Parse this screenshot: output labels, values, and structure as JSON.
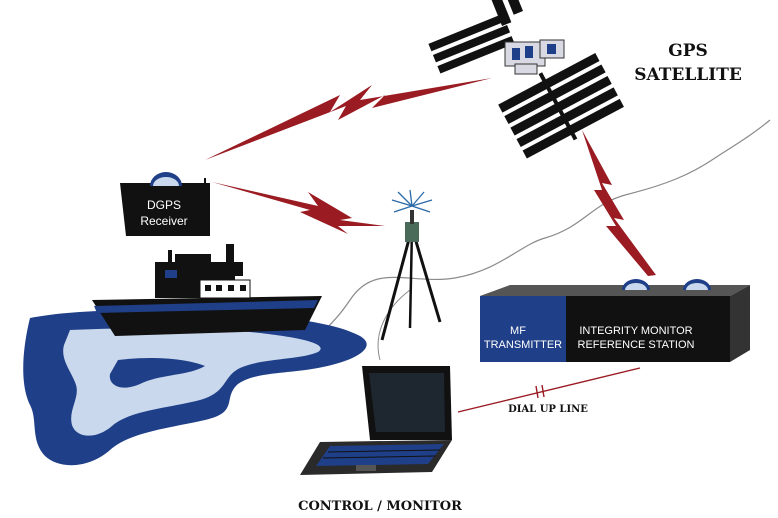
{
  "labels": {
    "gps_line1": "GPS",
    "gps_line2": "SATELLITE",
    "receiver_line1": "DGPS",
    "receiver_line2": "Receiver",
    "mf_line1": "MF",
    "mf_line2": "TRANSMITTER",
    "integrity_line1": "INTEGRITY MONITOR",
    "integrity_line2": "REFERENCE STATION",
    "dial_up": "DIAL UP LINE",
    "control": "CONTROL / MONITOR"
  },
  "colors": {
    "signal": "#9a1b22",
    "navy": "#1f3f88",
    "light_blue": "#c9d8ec",
    "ink": "#111111",
    "panel": "#d9d9e3"
  }
}
